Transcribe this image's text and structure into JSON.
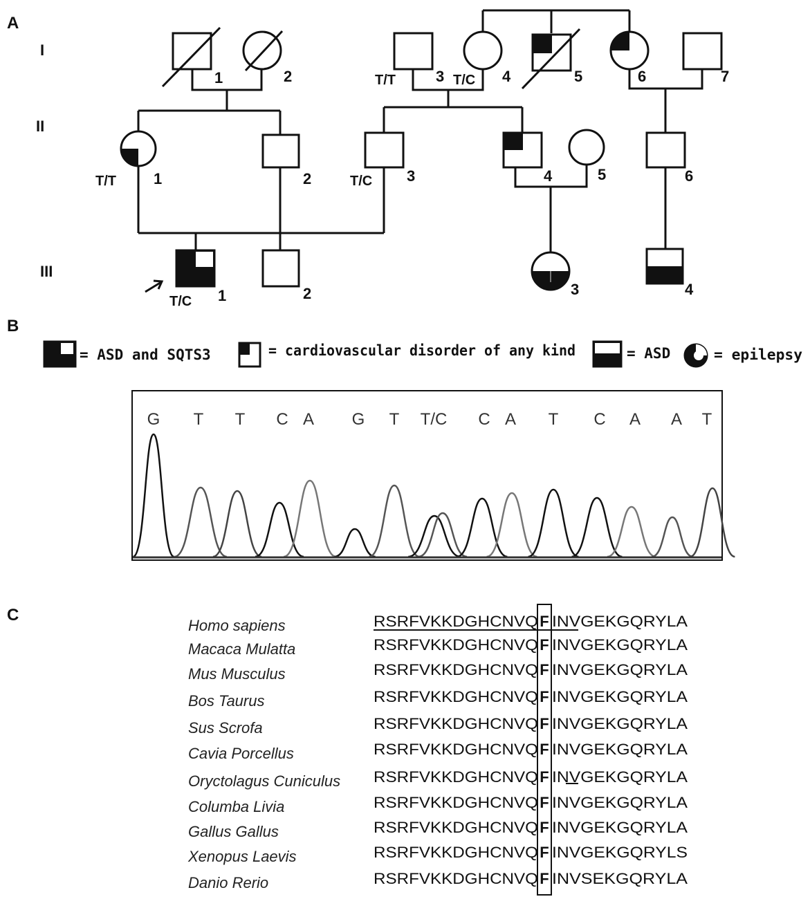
{
  "panels": [
    "A",
    "B",
    "C"
  ],
  "pedigree": {
    "generations": [
      "I",
      "II",
      "III"
    ],
    "gen1": {
      "n1": "1",
      "n2": "2",
      "n3": "3",
      "n4": "4",
      "n5": "5",
      "n6": "6",
      "n7": "7",
      "g3": "T/T",
      "g4": "T/C"
    },
    "gen2": {
      "n1": "1",
      "n2": "2",
      "n3": "3",
      "n4": "4",
      "n5": "5",
      "n6": "6",
      "g1": "T/T",
      "g3": "T/C"
    },
    "gen3": {
      "n1": "1",
      "n2": "2",
      "n3": "3",
      "n4": "4",
      "g1": "T/C"
    }
  },
  "legend": {
    "asd_sqts3": "= ASD and SQTS3",
    "cardio": "= cardiovascular disorder of any kind",
    "asd": "= ASD",
    "epilepsy": "= epilepsy"
  },
  "chromatogram": {
    "bases": [
      "G",
      "T",
      "T",
      "C",
      "A",
      "G",
      "T",
      "T/C",
      "C",
      "A",
      "T",
      "C",
      "A",
      "A",
      "T"
    ]
  },
  "alignment": {
    "rows": [
      {
        "species": "Homo sapiens",
        "pre": "RSRFVKKDGHCNVQ",
        "site": "F",
        "post": "INVGEKGQRYLA"
      },
      {
        "species": "Macaca Mulatta",
        "pre": "RSRFVKKDGHCNVQ",
        "site": "F",
        "post": "INVGEKGQRYLA"
      },
      {
        "species": "Mus Musculus",
        "pre": "RSRFVKKDGHCNVQ",
        "site": "F",
        "post": "INVGEKGQRYLA"
      },
      {
        "species": "Bos Taurus",
        "pre": "RSRFVKKDGHCNVQ",
        "site": "F",
        "post": "INVGEKGQRYLA"
      },
      {
        "species": "Sus Scrofa",
        "pre": "RSRFVKKDGHCNVQ",
        "site": "F",
        "post": "INVGEKGQRYLA"
      },
      {
        "species": "Cavia Porcellus",
        "pre": "RSRFVKKDGHCNVQ",
        "site": "F",
        "post": "INVGEKGQRYLA"
      },
      {
        "species": "Oryctolagus Cuniculus",
        "pre": "RSRFVKKDGHCNVQ",
        "site": "F",
        "post": "INVGEKGQRYLA"
      },
      {
        "species": "Columba Livia",
        "pre": "RSRFVKKDGHCNVQ",
        "site": "F",
        "post": "INVGEKGQRYLA"
      },
      {
        "species": "Gallus Gallus",
        "pre": "RSRFVKKDGHCNVQ",
        "site": "F",
        "post": "INVGEKGQRYLA"
      },
      {
        "species": "Xenopus Laevis",
        "pre": "RSRFVKKDGHCNVQ",
        "site": "F",
        "post": "INVGEKGQRYLS"
      },
      {
        "species": "Danio Rerio",
        "pre": "RSRFVKKDGHCNVQ",
        "site": "F",
        "post": "INVSEKGQRYLA"
      }
    ]
  }
}
